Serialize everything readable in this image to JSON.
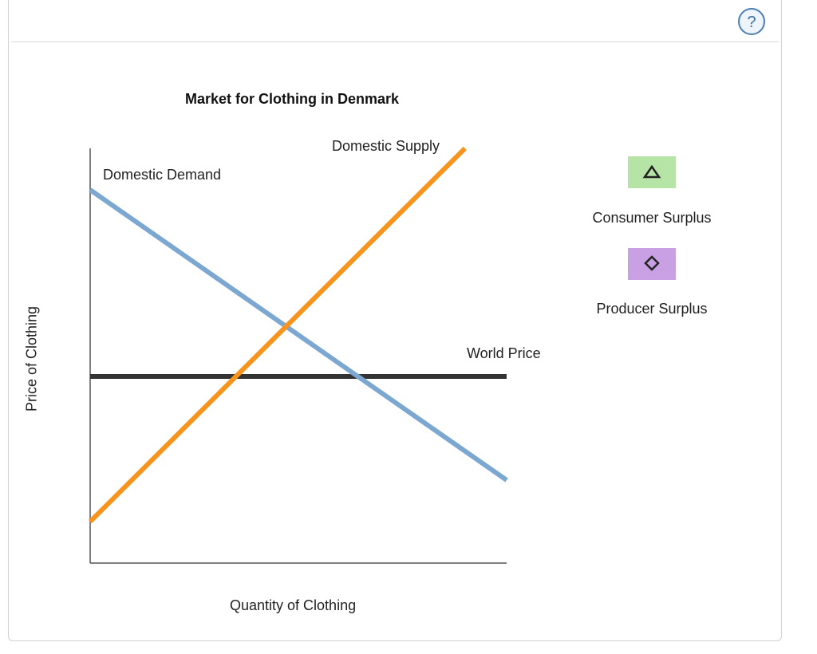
{
  "help": {
    "label": "?"
  },
  "chart_data": {
    "type": "line",
    "title": "Market for Clothing in Denmark",
    "xlabel": "Quantity of Clothing",
    "ylabel": "Price of Clothing",
    "xlim": [
      0,
      100
    ],
    "ylim": [
      0,
      100
    ],
    "grid": false,
    "series": [
      {
        "name": "Domestic Demand",
        "color": "#7ba7d1",
        "x": [
          0,
          100
        ],
        "y": [
          90,
          20
        ]
      },
      {
        "name": "Domestic Supply",
        "color": "#f7941d",
        "x": [
          0,
          90
        ],
        "y": [
          10,
          100
        ]
      },
      {
        "name": "World Price",
        "color": "#333333",
        "x": [
          0,
          100
        ],
        "y": [
          45,
          45
        ]
      }
    ]
  },
  "tools": [
    {
      "label": "Consumer Surplus",
      "icon": "triangle-icon",
      "color": "#b6e3a6"
    },
    {
      "label": "Producer Surplus",
      "icon": "diamond-icon",
      "color": "#c9a0e3"
    }
  ]
}
